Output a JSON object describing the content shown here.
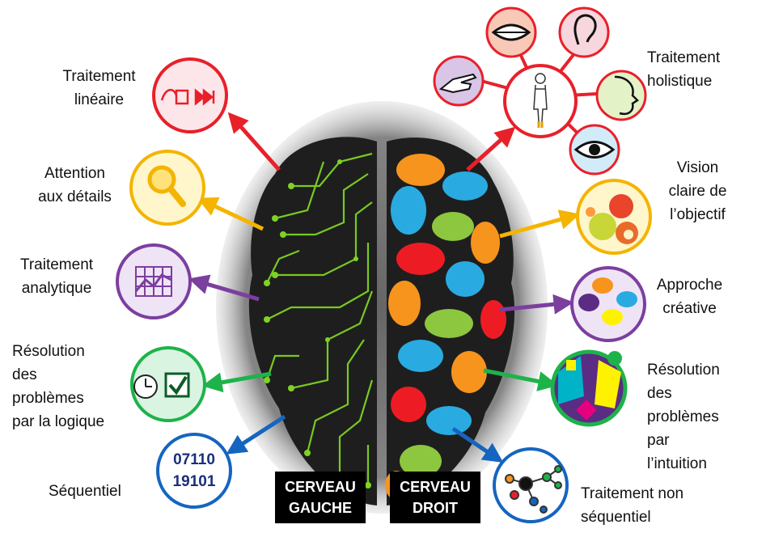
{
  "left_hemisphere": {
    "tag": "CERVEAU\nGAUCHE",
    "items": [
      {
        "label": "Traitement\nlinéaire",
        "color": "#e8202a",
        "icon": "linear-icon"
      },
      {
        "label": "Attention\naux détails",
        "color": "#f4b400",
        "icon": "magnifier-icon"
      },
      {
        "label": "Traitement\nanalytique",
        "color": "#7b3f9e",
        "icon": "grid-chart-icon"
      },
      {
        "label": "Résolution\ndes\nproblèmes\npar la logique",
        "color": "#1db34a",
        "icon": "clock-check-icon"
      },
      {
        "label": "Séquentiel",
        "color": "#1565c0",
        "icon": "digits-icon",
        "digits": "07110\n19101"
      }
    ]
  },
  "right_hemisphere": {
    "tag": "CERVEAU\nDROIT",
    "items": [
      {
        "label": "Traitement\nholistique",
        "color": "#e8202a",
        "icon": "person-senses-icon"
      },
      {
        "label": "Vision\nclaire de\nl’objectif",
        "color": "#f4b400",
        "icon": "apples-icon"
      },
      {
        "label": "Approche\ncréative",
        "color": "#7b3f9e",
        "icon": "color-dots-icon"
      },
      {
        "label": "Résolution\ndes\nproblèmes\npar\nl’intuition",
        "color": "#1db34a",
        "icon": "abstract-art-icon"
      },
      {
        "label": "Traitement non\nséquentiel",
        "color": "#1565c0",
        "icon": "molecule-icon"
      }
    ]
  },
  "senses": [
    "mouth-icon",
    "ear-icon",
    "hand-icon",
    "face-profile-icon",
    "eye-icon"
  ]
}
